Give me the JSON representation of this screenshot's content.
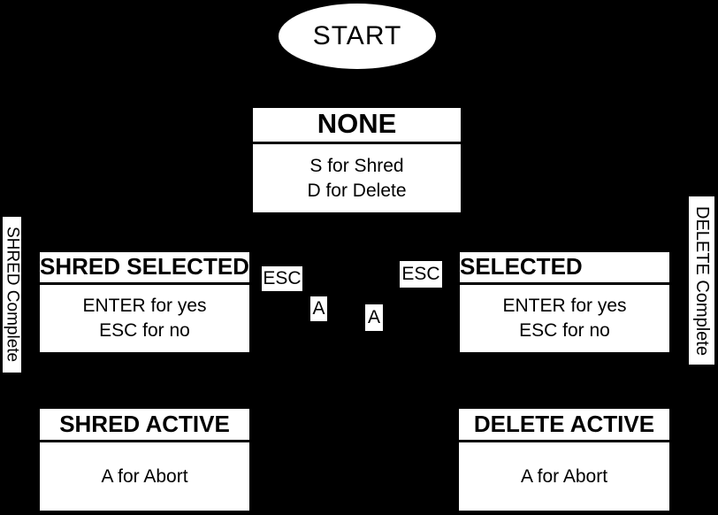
{
  "diagram": {
    "colors": {
      "background": "#000000",
      "node_fill": "#ffffff",
      "node_text": "#000000"
    },
    "start_node": {
      "label": "START"
    },
    "states": [
      {
        "title": "NONE",
        "line1": "S for Shred",
        "line2": "D for Delete"
      },
      {
        "title": "SHRED SELECTED",
        "line1": "ENTER for yes",
        "line2": "ESC for no"
      },
      {
        "title": "DELETE SELECTED",
        "line1": "ENTER for yes",
        "line2": "ESC for no"
      },
      {
        "title": "SHRED ACTIVE",
        "line1": "A for Abort"
      },
      {
        "title": "DELETE ACTIVE",
        "line1": "A for Abort"
      }
    ],
    "transition_labels": {
      "esc_left": "ESC",
      "a_left": "A",
      "a_right": "A",
      "esc_right": "ESC",
      "shred_complete": "SHRED Complete",
      "delete_complete": "DELETE Complete"
    }
  }
}
